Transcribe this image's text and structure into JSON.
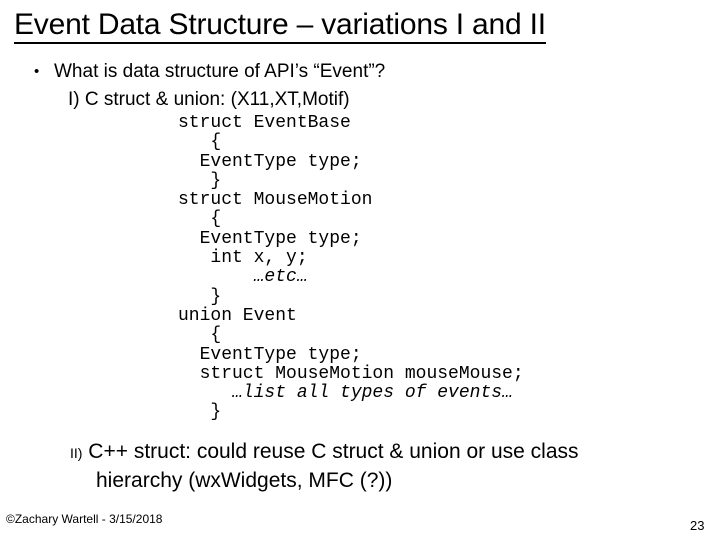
{
  "slide": {
    "title": "Event Data Structure – variations I and II",
    "page_number": "23",
    "footer_credit": "©Zachary Wartell - 3/15/2018",
    "background_color": "#ffffff",
    "text_color": "#000000"
  },
  "bullet": {
    "marker": "•",
    "text": "What is data structure of API’s “Event”?"
  },
  "sub_line": {
    "text": "I) C struct & union:  (X11,XT,Motif)"
  },
  "code": {
    "lines": [
      {
        "text": "struct EventBase",
        "italic": false
      },
      {
        "text": "   {",
        "italic": false
      },
      {
        "text": "  EventType type;",
        "italic": false
      },
      {
        "text": "   }",
        "italic": false
      },
      {
        "text": "struct MouseMotion",
        "italic": false
      },
      {
        "text": "   {",
        "italic": false
      },
      {
        "text": "  EventType type;",
        "italic": false
      },
      {
        "text": "   int x, y;",
        "italic": false
      },
      {
        "text": "       …etc…",
        "italic": true
      },
      {
        "text": "   }",
        "italic": false
      },
      {
        "text": "union Event",
        "italic": false
      },
      {
        "text": "   {",
        "italic": false
      },
      {
        "text": "  EventType type;",
        "italic": false
      },
      {
        "text": "  struct MouseMotion mouseMouse;",
        "italic": false
      },
      {
        "text": "     …list all types of events…",
        "italic": true
      },
      {
        "text": "   }",
        "italic": false
      }
    ]
  },
  "roman_two": {
    "marker": "II)",
    "line1": " C++ struct:  could reuse C struct & union or use class",
    "line2": "hierarchy  (wxWidgets, MFC (?))"
  }
}
